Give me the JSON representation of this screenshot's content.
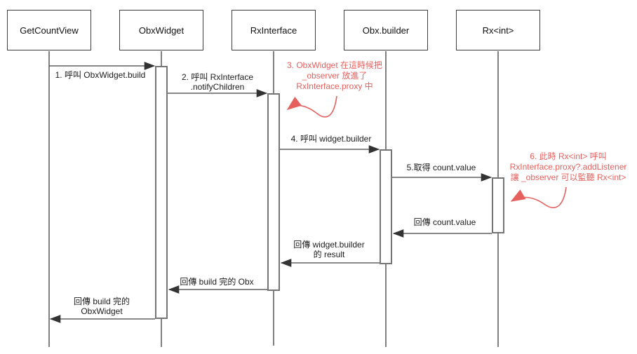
{
  "diagram": {
    "kind": "uml-sequence-diagram",
    "language": "zh-Hant + en"
  },
  "participants": [
    {
      "label": "GetCountView"
    },
    {
      "label": "ObxWidget"
    },
    {
      "label": "RxInterface"
    },
    {
      "label": "Obx.builder"
    },
    {
      "label": "Rx<int>"
    }
  ],
  "messages": {
    "m1": {
      "label": "1. 呼叫 ObxWidget.build",
      "from": "GetCountView",
      "to": "ObxWidget"
    },
    "m2": {
      "lines": [
        "2. 呼叫 RxInterface",
        ".notifyChildren"
      ],
      "from": "ObxWidget",
      "to": "RxInterface"
    },
    "m4": {
      "label": "4. 呼叫 widget.builder",
      "from": "RxInterface",
      "to": "Obx.builder"
    },
    "m5": {
      "label": "5.取得 count.value",
      "from": "Obx.builder",
      "to": "Rx<int>"
    }
  },
  "returns": {
    "r1": {
      "label": "回傳 count.value",
      "from": "Rx<int>",
      "to": "Obx.builder"
    },
    "r2": {
      "lines": [
        "回傳 widget.builder",
        "的 result"
      ],
      "from": "Obx.builder",
      "to": "RxInterface"
    },
    "r3": {
      "label": "回傳 build 完的 Obx",
      "from": "RxInterface",
      "to": "ObxWidget"
    },
    "r4": {
      "lines": [
        "回傳 build 完的",
        "ObxWidget"
      ],
      "from": "ObxWidget",
      "to": "GetCountView"
    }
  },
  "notes": {
    "n3": {
      "lines": [
        "3. ObxWidget 在這時候把",
        "_observer 放進了",
        "RxInterface.proxy 中"
      ],
      "points_to": "RxInterface activation"
    },
    "n6": {
      "lines": [
        "6. 此時 Rx<int> 呼叫",
        "RxInterface.proxy?.addListener",
        "讓 _observer 可以監聽 Rx<int>"
      ],
      "points_to": "Rx<int> activation"
    }
  },
  "colors": {
    "background": "#ffffff",
    "box_border": "#3c3c3c",
    "activation_border": "#757575",
    "line": "#424242",
    "text": "#1c1c1c",
    "annotation_red": "#E4615E"
  }
}
